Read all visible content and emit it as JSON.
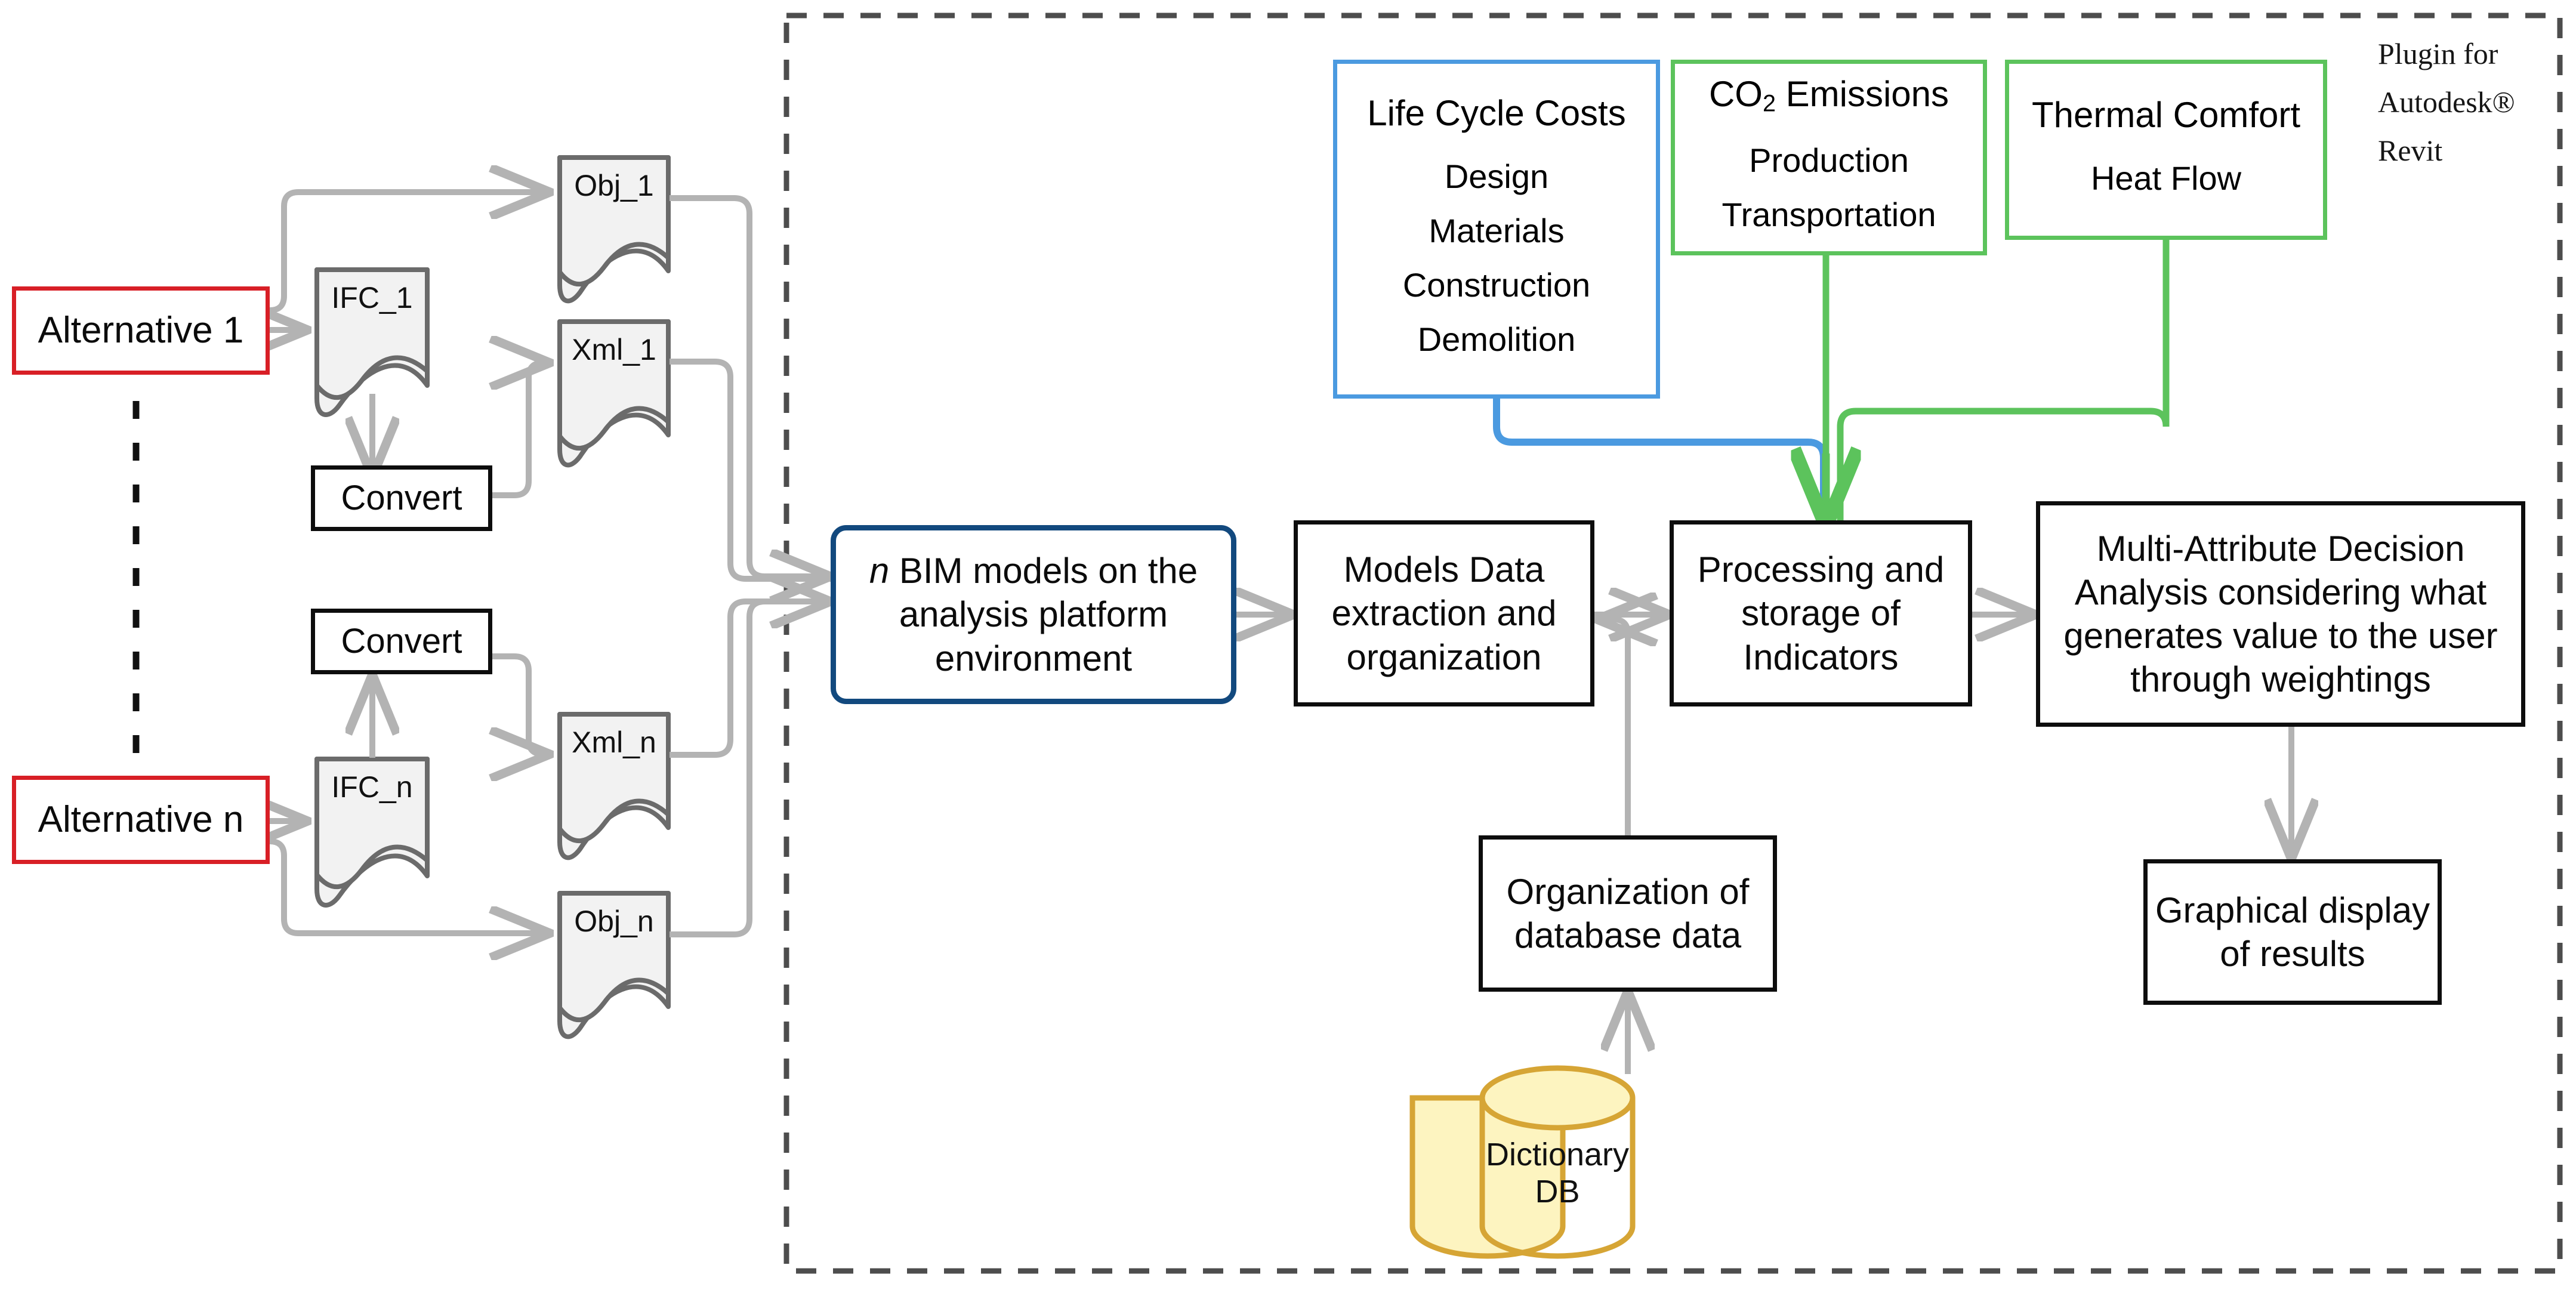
{
  "diagram": {
    "title": "BIM multi-criteria analysis workflow",
    "plugin_caption": [
      "Plugin for",
      "Autodesk®",
      "Revit"
    ]
  },
  "colors": {
    "alternative_border": "#d81f26",
    "process_border": "#0d0d0d",
    "bim_border": "#12497e",
    "lcc_border": "#4b9ae0",
    "co2_border": "#5cc35c",
    "thermal_border": "#5cc35c",
    "database_fill": "#fdf4c0",
    "database_border": "#d6a535",
    "document_fill": "#f2f2f2",
    "document_border": "#6b6b6b",
    "connector_gray": "#b3b3b3",
    "connector_blue": "#4b9ae0",
    "connector_green": "#5cc35c",
    "dashed_border": "#4d4d4d"
  },
  "alternatives": [
    {
      "id": "alt1",
      "label": "Alternative 1"
    },
    {
      "id": "altn",
      "label": "Alternative n"
    }
  ],
  "documents": [
    {
      "id": "ifc1",
      "label": "IFC_1"
    },
    {
      "id": "obj1",
      "label": "Obj_1"
    },
    {
      "id": "xml1",
      "label": "Xml_1"
    },
    {
      "id": "ifcn",
      "label": "IFC_n"
    },
    {
      "id": "xmln",
      "label": "Xml_n"
    },
    {
      "id": "objn",
      "label": "Obj_n"
    }
  ],
  "converters": [
    {
      "id": "convert_top",
      "label": "Convert"
    },
    {
      "id": "convert_bottom",
      "label": "Convert"
    }
  ],
  "indicator_boxes": [
    {
      "id": "life_cycle_costs",
      "title": "Life Cycle Costs",
      "items": [
        "Design",
        "Materials",
        "Construction",
        "Demolition"
      ],
      "accent": "#4b9ae0"
    },
    {
      "id": "co2_emissions",
      "title_prefix": "CO",
      "title_sub": "2",
      "title_suffix": " Emissions",
      "items": [
        "Production",
        "Transportation"
      ],
      "accent": "#5cc35c"
    },
    {
      "id": "thermal_comfort",
      "title": "Thermal Comfort",
      "items": [
        "Heat Flow"
      ],
      "accent": "#5cc35c"
    }
  ],
  "process_nodes": [
    {
      "id": "bim_models",
      "label": "n BIM models on the analysis platform environment",
      "label_italic_prefix": "n",
      "label_rest": " BIM models on the analysis platform environment"
    },
    {
      "id": "models_data",
      "label": "Models Data extraction and organization"
    },
    {
      "id": "indicators",
      "label": "Processing and storage of Indicators"
    },
    {
      "id": "madm",
      "label": "Multi-Attribute Decision Analysis considering what generates value to the user through weightings"
    },
    {
      "id": "db_org",
      "label": "Organization of database data"
    },
    {
      "id": "graphics",
      "label": "Graphical display of results"
    }
  ],
  "database": {
    "id": "dictionary_db",
    "label": "Dictionary DB"
  }
}
